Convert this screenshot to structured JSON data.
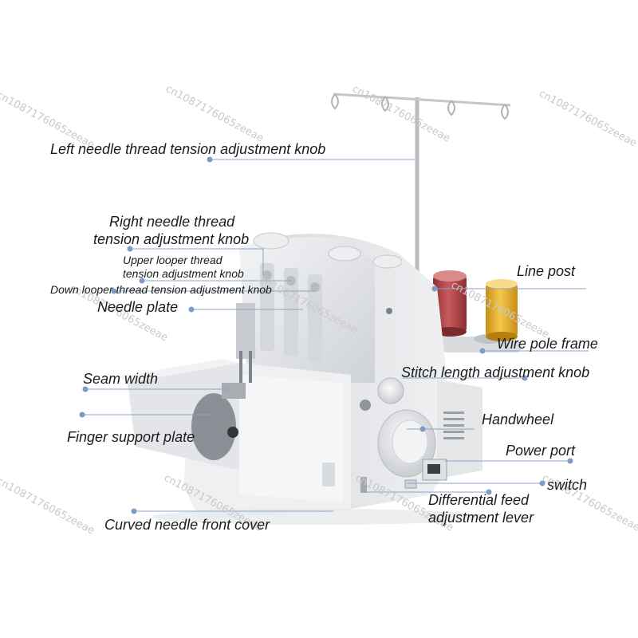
{
  "labels": {
    "left_needle": "Left needle thread tension adjustment knob",
    "right_needle_1": "Right needle thread",
    "right_needle_2": "tension adjustment knob",
    "upper_looper_1": "Upper looper thread",
    "upper_looper_2": "tension adjustment knob",
    "down_looper": "Down looper thread tension adjustment knob",
    "needle_plate": "Needle plate",
    "line_post": "Line post",
    "wire_pole_frame": "Wire pole frame",
    "seam_width": "Seam width",
    "stitch_length": "Stitch length adjustment knob",
    "finger_support": "Finger support plate",
    "handwheel": "Handwheel",
    "power_port": "Power port",
    "switch": "switch",
    "differential_1": "Differential feed",
    "differential_2": "adjustment lever",
    "curved_needle": "Curved needle front cover"
  },
  "watermark": "cn1087176065zeeae",
  "colors": {
    "leader": "#8aa4c8",
    "spool_red": "#b8484a",
    "spool_yellow": "#e6b030",
    "machine": "#e8e9eb"
  }
}
